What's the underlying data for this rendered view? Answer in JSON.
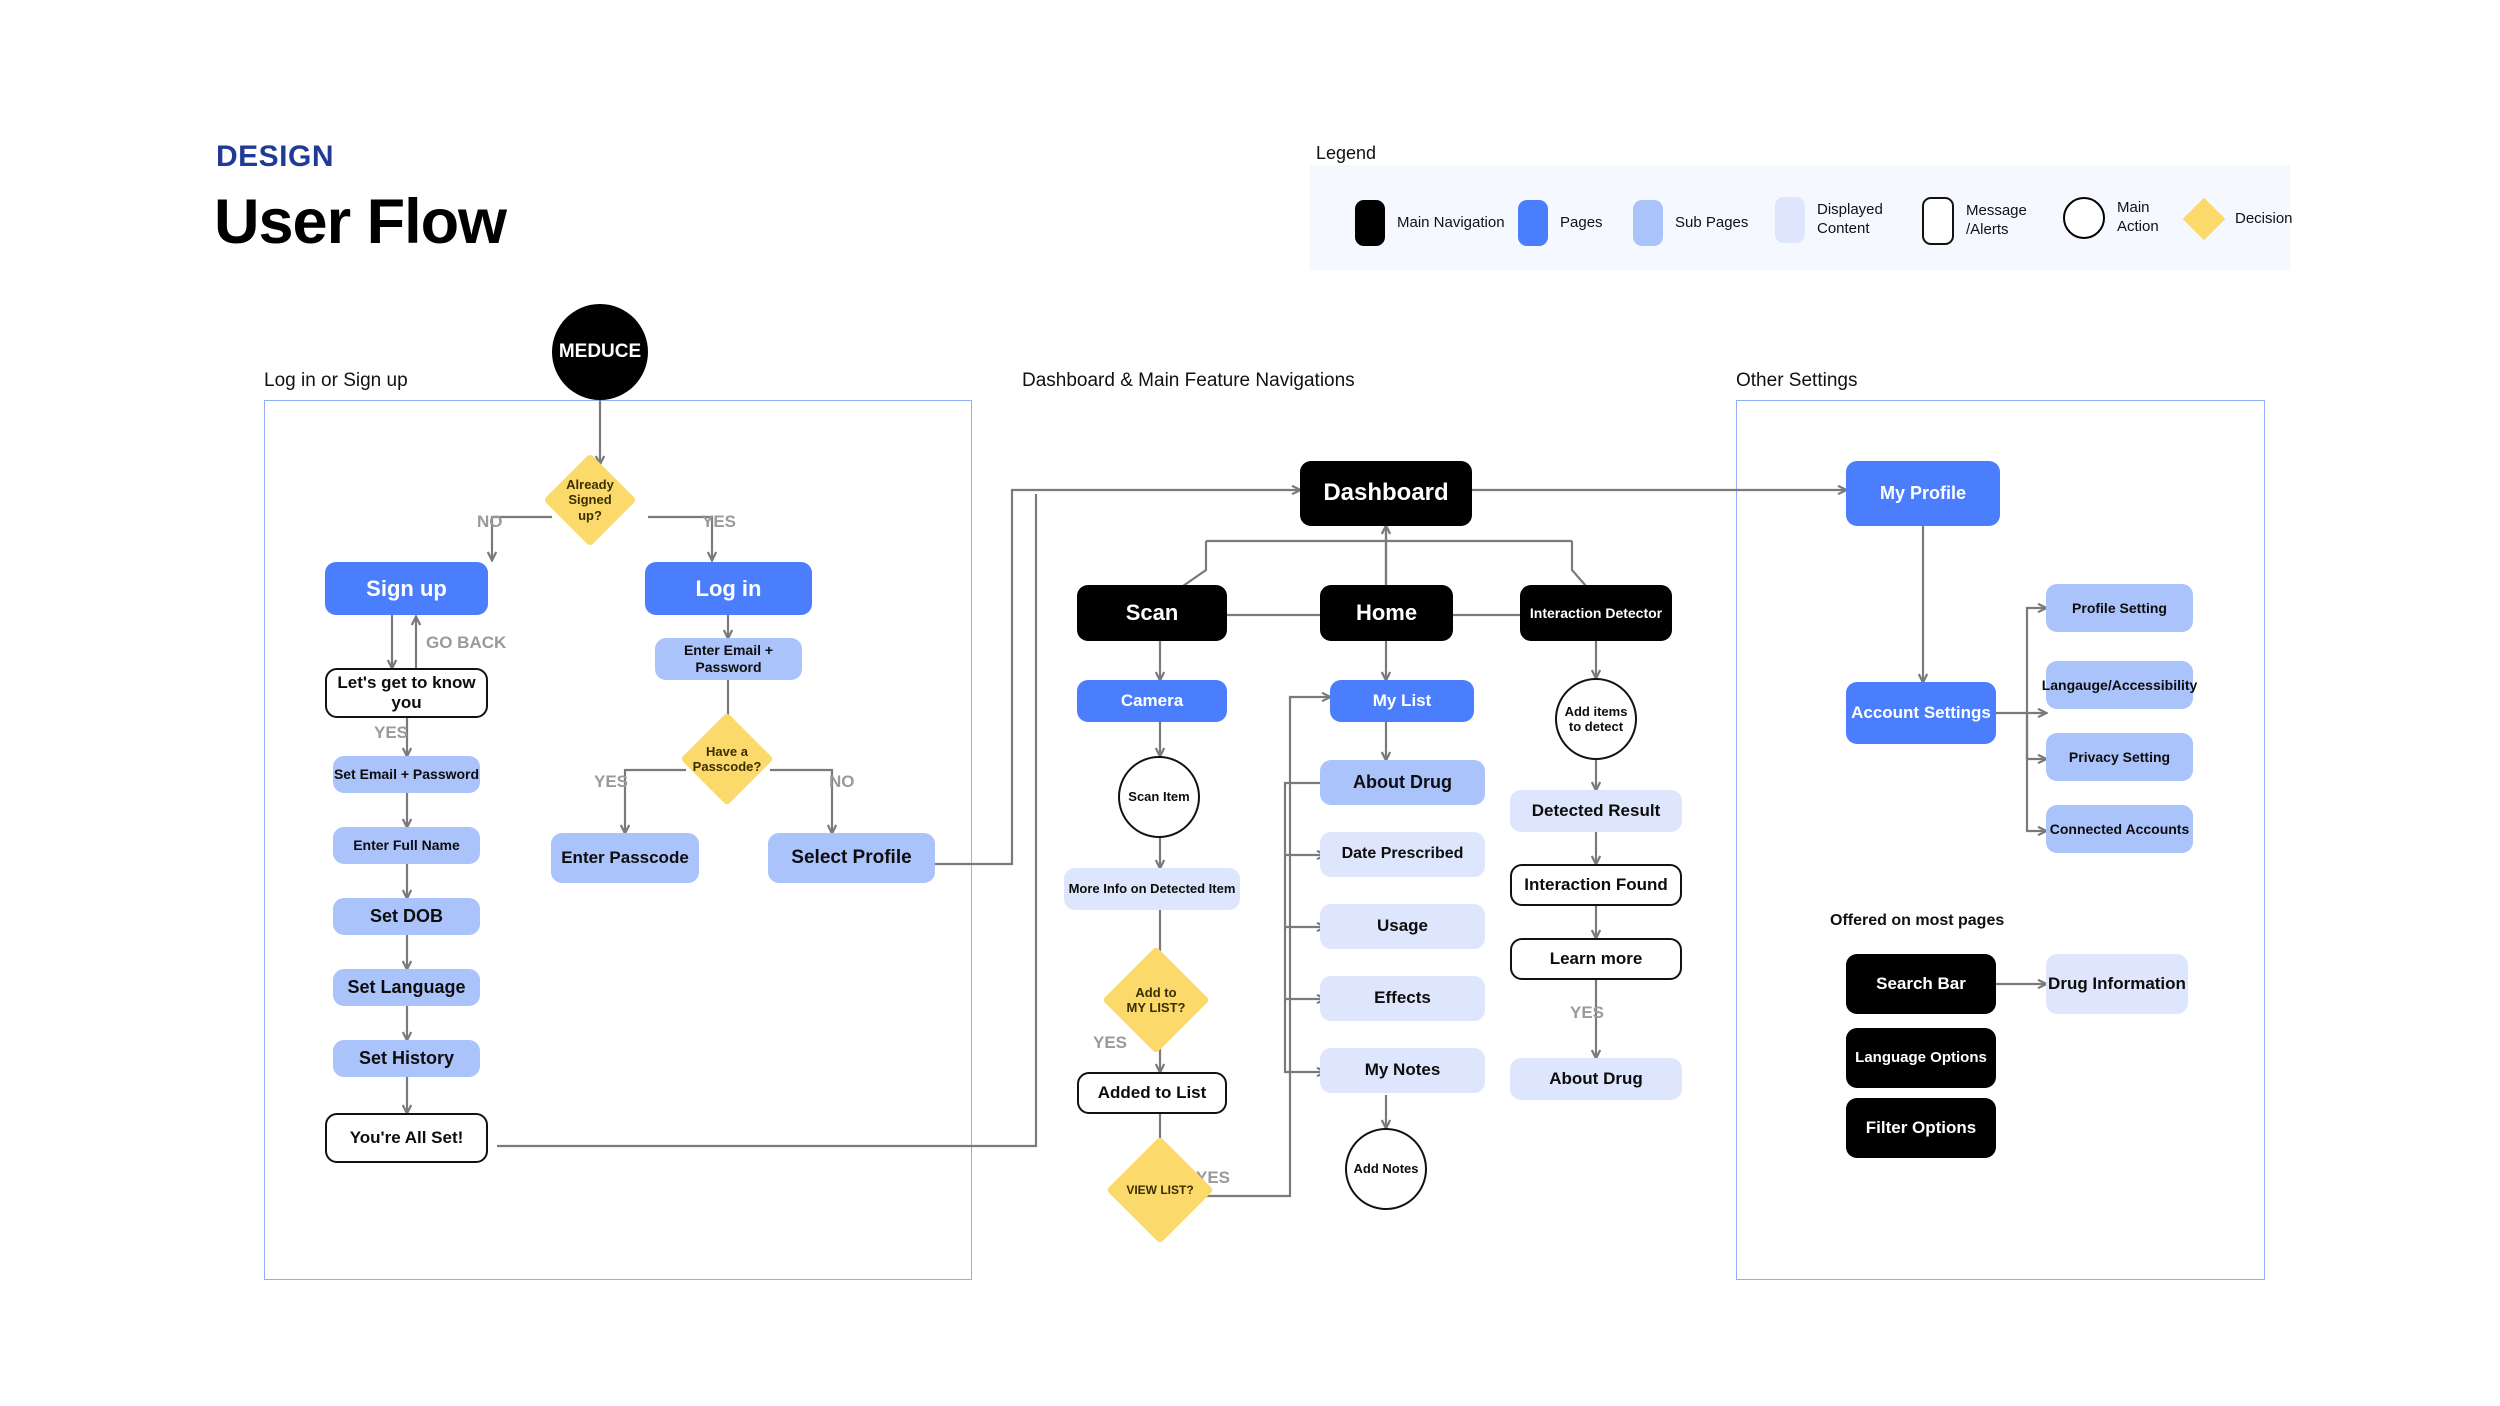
{
  "header": {
    "kicker": "DESIGN",
    "title": "User Flow"
  },
  "legend": {
    "label": "Legend",
    "items": [
      {
        "name": "main-navigation",
        "shape": "rect",
        "color": "#000000",
        "label": "Main Navigation"
      },
      {
        "name": "pages",
        "shape": "rect",
        "color": "#4a7efd",
        "label": "Pages"
      },
      {
        "name": "sub-pages",
        "shape": "rect",
        "color": "#aac3fb",
        "label": "Sub Pages"
      },
      {
        "name": "displayed-content",
        "shape": "rect",
        "color": "#dde6fc",
        "label": "Displayed\nContent"
      },
      {
        "name": "message-alerts",
        "shape": "outline-rect",
        "color": "#ffffff",
        "label": "Message\n/Alerts"
      },
      {
        "name": "main-action",
        "shape": "circle",
        "color": "#ffffff",
        "label": "Main\nAction"
      },
      {
        "name": "decision",
        "shape": "diamond",
        "color": "#fbd96b",
        "label": "Decision"
      }
    ]
  },
  "sections": [
    {
      "id": "login",
      "caption": "Log in or Sign up"
    },
    {
      "id": "dashboard",
      "caption": "Dashboard & Main Feature Navigations"
    },
    {
      "id": "settings",
      "caption": "Other Settings"
    }
  ],
  "captions": {
    "offered": "Offered on most  pages"
  },
  "nodes": {
    "brand": "MEDUCE",
    "already_signed_up": "Already\nSigned up?",
    "sign_up": "Sign up",
    "log_in": "Log in",
    "lets_get_to_know": "Let's get to know you",
    "enter_email_pw": "Enter Email + Password",
    "set_email_pw": "Set Email + Password",
    "have_passcode": "Have a\nPasscode?",
    "enter_full_name": "Enter Full Name",
    "enter_passcode": "Enter Passcode",
    "select_profile": "Select Profile",
    "set_dob": "Set DOB",
    "set_language": "Set Language",
    "set_history": "Set History",
    "youre_all_set": "You're All Set!",
    "dashboard": "Dashboard",
    "scan": "Scan",
    "home": "Home",
    "interaction_detector": "Interaction Detector",
    "camera": "Camera",
    "my_list": "My List",
    "add_items_to_detect": "Add items\nto detect",
    "scan_item": "Scan Item",
    "about_drug": "About Drug",
    "detected_result": "Detected Result",
    "date_prescribed": "Date Prescribed",
    "more_info": "More Info on Detected Item",
    "interaction_found": "Interaction Found",
    "usage": "Usage",
    "add_to_my_list": "Add to\nMY LIST?",
    "effects": "Effects",
    "learn_more": "Learn more",
    "my_notes": "My Notes",
    "added_to_list": "Added to List",
    "about_drug_2": "About Drug",
    "add_notes": "Add Notes",
    "view_list": "VIEW LIST?",
    "my_profile": "My Profile",
    "account_settings": "Account Settings",
    "profile_setting": "Profile Setting",
    "language_accessibility": "Langauge/Accessibility",
    "privacy_setting": "Privacy Setting",
    "connected_accounts": "Connected Accounts",
    "search_bar": "Search Bar",
    "drug_information": "Drug Information",
    "language_options": "Language Options",
    "filter_options": "Filter Options"
  },
  "edge_labels": {
    "no_signup": "NO",
    "yes_login": "YES",
    "go_back": "GO BACK",
    "yes_know": "YES",
    "yes_passcode": "YES",
    "no_passcode": "NO",
    "yes_addlist": "YES",
    "yes_viewlist": "YES",
    "yes_learn": "YES"
  },
  "colors": {
    "main_navigation": "#000000",
    "pages": "#4a7efd",
    "sub_pages": "#aac3fb",
    "displayed_content": "#dde6fc",
    "decision": "#fbd96b",
    "frame": "#8fb0f5",
    "kicker": "#1f3b96",
    "legend_bg": "#f5f8ff",
    "edge": "#7a7a7a"
  }
}
